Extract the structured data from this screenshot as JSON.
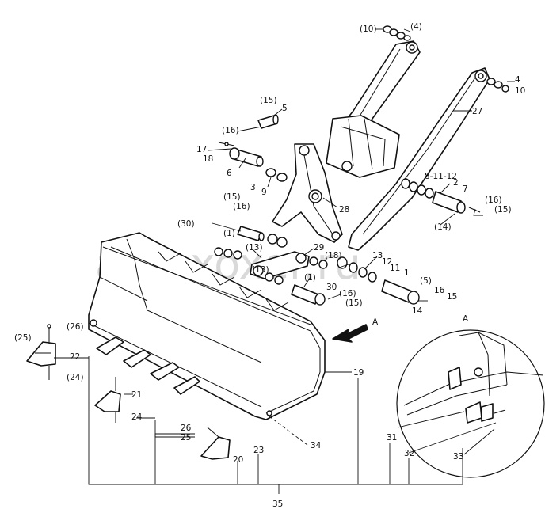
{
  "watermark": "autoxoxer.ru",
  "view_label": "A",
  "detail_label": "A",
  "callouts": {
    "c1": "(10)",
    "c2": "(4)",
    "c3": "4",
    "c4": "10",
    "c5": "27",
    "c6": "(15)",
    "c7": "5",
    "c8": "(16)",
    "c9": "17",
    "c10": "18",
    "c11": "6",
    "c12": "3",
    "c13": "9",
    "c14": "28",
    "c15": "8-11-12",
    "c16": "2",
    "c17": "7",
    "c18": "(16)",
    "c19": "(15)",
    "c20": "(14)",
    "c21": "(15)",
    "c22": "(16)",
    "c23": "(30)",
    "c24": "(1)",
    "c25": "(13)",
    "c26": "29",
    "c27": "(13)",
    "c28": "(18)",
    "c29": "13",
    "c30": "12",
    "c31": "11",
    "c32": "1",
    "c33": "(1)",
    "c34": "30",
    "c35": "(16)",
    "c36": "(15)",
    "c37": "(5)",
    "c38": "16",
    "c39": "15",
    "c40": "14",
    "c41": "(25)",
    "c42": "(26)",
    "c43": "22",
    "c44": "(24)",
    "c45": "21",
    "c46": "24",
    "c47": "26",
    "c48": "25",
    "c49": "23",
    "c50": "20",
    "c51": "19",
    "c52": "34",
    "c53": "31",
    "c54": "32",
    "c55": "33",
    "c56": "35"
  }
}
